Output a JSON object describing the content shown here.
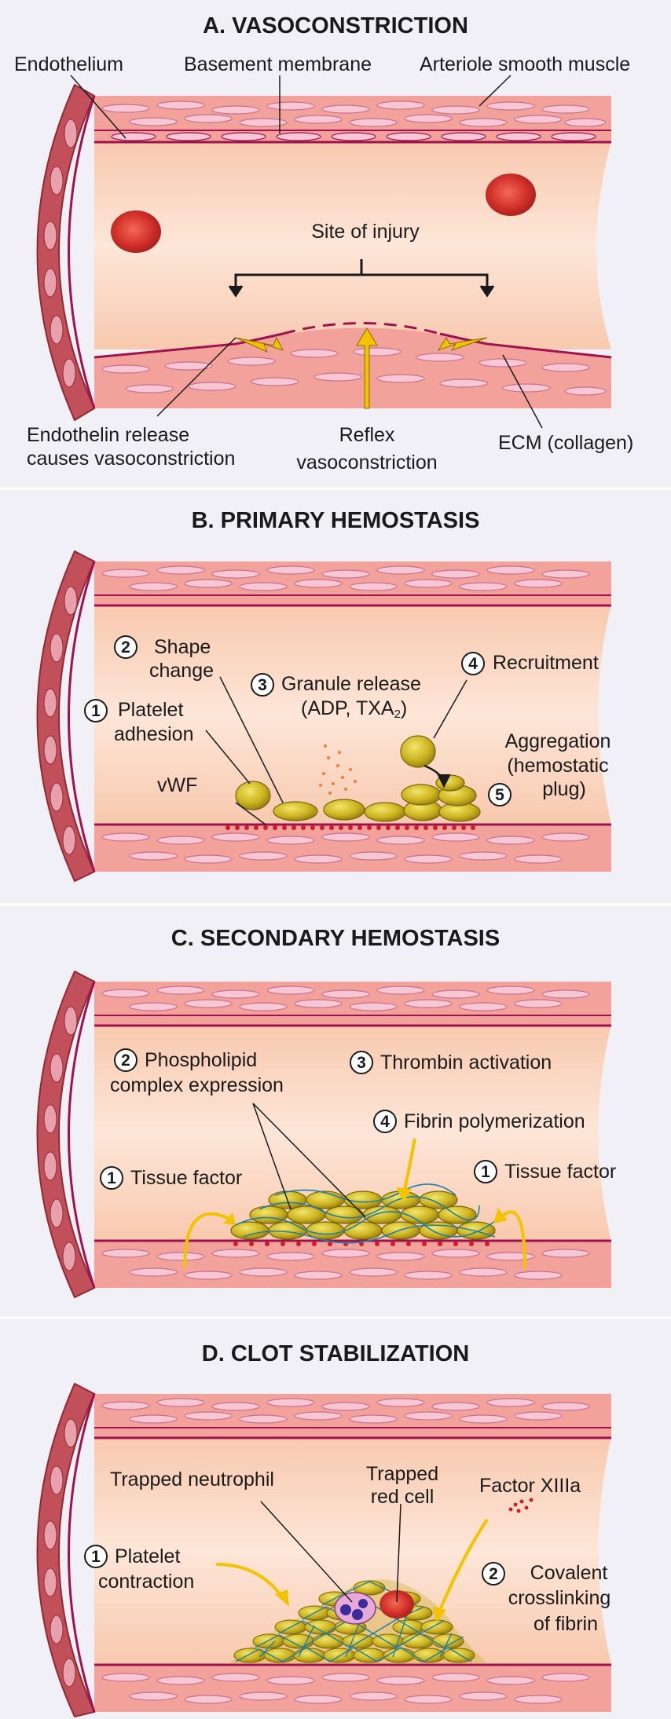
{
  "palette": {
    "background": "#f1f0f7",
    "lumen": "#fbd9c6",
    "wall": "#f2a29a",
    "smooth_muscle_cell": "#f7c7d6",
    "endothelium": "#a0124e",
    "adventitia": "#c2505a",
    "red_cell": "#d3312a",
    "platelet": "#c8b01f",
    "arrow": "#f2c400",
    "fibrin": "#1e7ea6",
    "vwf_dots": "#d31b2b"
  },
  "panels": [
    {
      "title": "A. VASOCONSTRICTION",
      "labels": {
        "endothelium": "Endothelium",
        "basement_membrane": "Basement membrane",
        "smooth_muscle": "Arteriole smooth muscle",
        "site_of_injury": "Site of injury",
        "endothelin_1": "Endothelin release",
        "endothelin_2": "causes vasoconstriction",
        "reflex_1": "Reflex",
        "reflex_2": "vasoconstriction",
        "ecm": "ECM (collagen)"
      }
    },
    {
      "title": "B. PRIMARY HEMOSTASIS",
      "labels": {
        "shape_1": "Shape",
        "shape_2": "change",
        "granule_1": "Granule release",
        "granule_2": "(ADP, TXA",
        "granule_sub": "2",
        "granule_close": ")",
        "recruitment": "Recruitment",
        "adhesion_1": "Platelet",
        "adhesion_2": "adhesion",
        "aggregation_1": "Aggregation",
        "aggregation_2": "(hemostatic",
        "aggregation_3": "plug)",
        "vwf": "vWF"
      }
    },
    {
      "title": "C. SECONDARY HEMOSTASIS",
      "labels": {
        "phospholipid_1": "Phospholipid",
        "phospholipid_2": "complex expression",
        "thrombin": "Thrombin activation",
        "fibrin_poly": "Fibrin polymerization",
        "tissue_left": "Tissue factor",
        "tissue_right": "Tissue factor"
      }
    },
    {
      "title": "D. CLOT STABILIZATION",
      "labels": {
        "neutrophil": "Trapped neutrophil",
        "red_cell_1": "Trapped",
        "red_cell_2": "red cell",
        "factor": "Factor XIIIa",
        "contraction_1": "Platelet",
        "contraction_2": "contraction",
        "crosslink_1": "Covalent",
        "crosslink_2": "crosslinking",
        "crosslink_3": "of fibrin"
      }
    }
  ],
  "step_numbers": {
    "n1": "1",
    "n2": "2",
    "n3": "3",
    "n4": "4",
    "n5": "5"
  }
}
